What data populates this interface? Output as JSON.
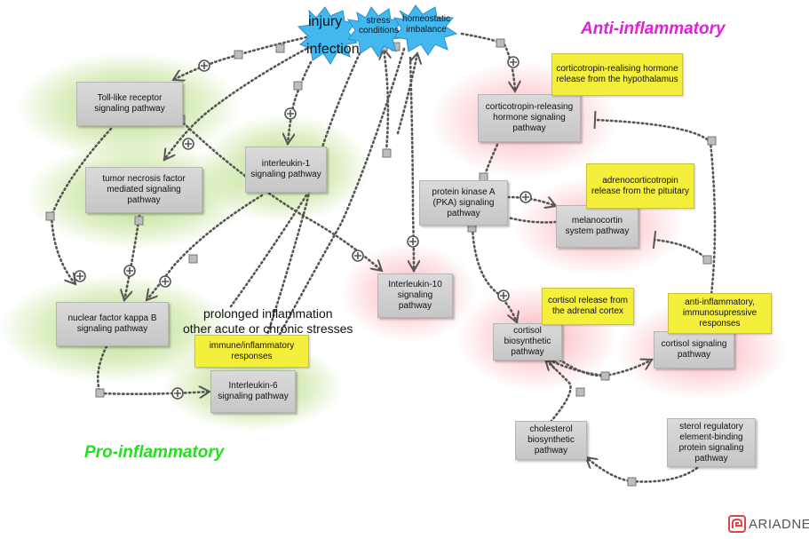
{
  "regions": {
    "pro": "Pro-inflammatory",
    "anti": "Anti-inflammatory"
  },
  "colors": {
    "pro": "#22e01e",
    "anti": "#e020d8",
    "node_fill": "#cfcfcf",
    "note_fill": "#f3ef3a",
    "star_fill": "#42b7f0",
    "edge": "#555555"
  },
  "triggers": {
    "injury": "injury",
    "infection": "infection",
    "stress": "stress conditions",
    "homeostatic": "homeostatic imbalance"
  },
  "free_text": {
    "prolonged": "prolonged inflammation",
    "other_stress": "other acute or chronic stresses"
  },
  "nodes": {
    "tlr": "Toll-like receptor signaling pathway",
    "tnf": "tumor necrosis factor mediated signaling pathway",
    "il1": "interleukin-1 signaling pathway",
    "nfkb": "nuclear factor kappa B signaling pathway",
    "il6": "Interleukin-6 signaling pathway",
    "il10": "Interleukin-10 signaling pathway",
    "crh": "corticotropin-releasing hormone signaling pathway",
    "pka": "protein kinase A (PKA) signaling pathway",
    "mc": "melanocortin system pathway",
    "cortisol_bio": "cortisol biosynthetic pathway",
    "cortisol_sig": "cortisol signaling pathway",
    "chol": "cholesterol biosynthetic pathway",
    "srebp": "sterol regulatory element-binding protein signaling pathway"
  },
  "notes": {
    "crh_release": "corticotropin-realising hormone release from the hypothalamus",
    "acth_release": "adrenocorticotropin release from the pituitary",
    "cortisol_release": "cortisol release from the adrenal cortex",
    "anti_inflam": "anti-inflammatory, immunosupressive responses",
    "immune": "immune/inflammatory responses"
  },
  "icons": {
    "plus_marker": "circled-plus-icon",
    "inhibit_marker": "t-bar-icon",
    "logo": "ariadne-logo-icon"
  },
  "logo": {
    "text": "ARIADNE"
  }
}
